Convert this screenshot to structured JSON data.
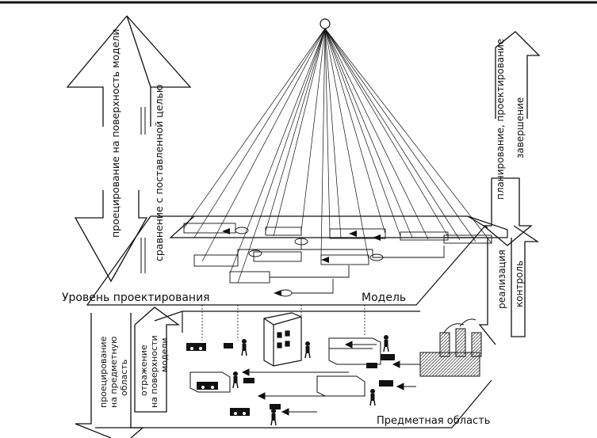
{
  "labels": {
    "proj_model_surface": "проецирование на поверхность модели",
    "compare_goal": "сравнение с поставленной целью",
    "planning_design": "планирование, проектирование",
    "completion": "завершение",
    "realization": "реализация",
    "control": "контроль",
    "design_level": "Уровень проектирования",
    "model": "Модель",
    "proj_domain": "проецирование на предметную область",
    "proj_domain_l1": "проецирование",
    "proj_domain_l2": "на предметную",
    "proj_domain_l3": "область",
    "reflect_model": "отражение на поверхности модели",
    "reflect_l1": "отражение",
    "reflect_l2": "на поверхности",
    "reflect_l3": "модели",
    "subject_area": "Предметная область"
  },
  "colors": {
    "ink": "#111111",
    "paper": "#ffffff",
    "hatch": "#555555"
  }
}
